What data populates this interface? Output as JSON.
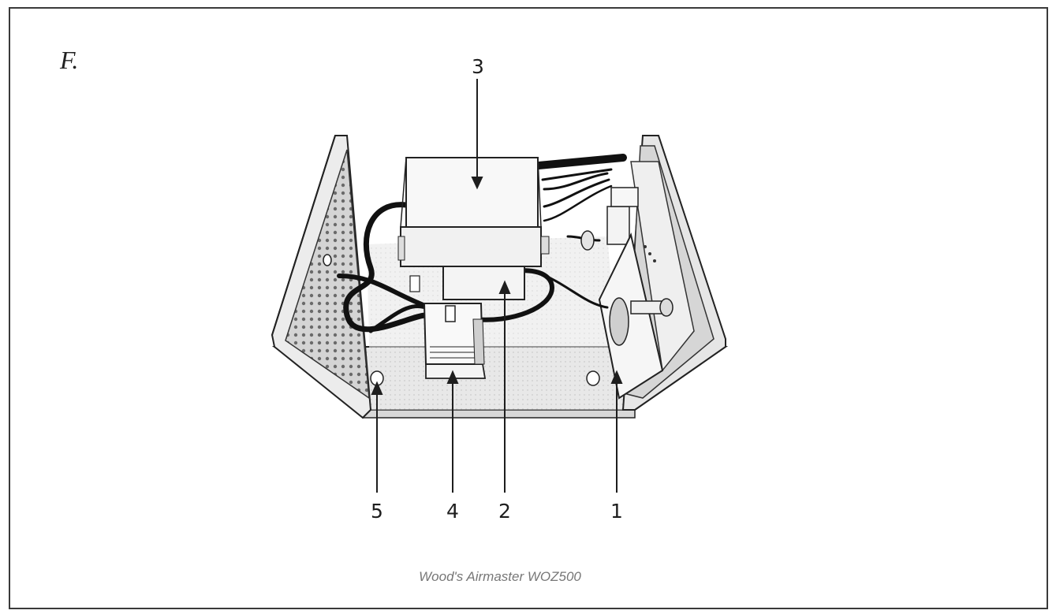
{
  "figure": {
    "letter": "F.",
    "caption": "Wood's Airmaster WOZ500",
    "callouts": [
      {
        "id": "1",
        "label": "1"
      },
      {
        "id": "2",
        "label": "2"
      },
      {
        "id": "3",
        "label": "3"
      },
      {
        "id": "4",
        "label": "4"
      },
      {
        "id": "5",
        "label": "5"
      }
    ]
  },
  "colors": {
    "line": "#1e1e1e",
    "panel": "#e9e9e9",
    "panel_dark": "#cfcfcf",
    "cable": "#111111"
  }
}
